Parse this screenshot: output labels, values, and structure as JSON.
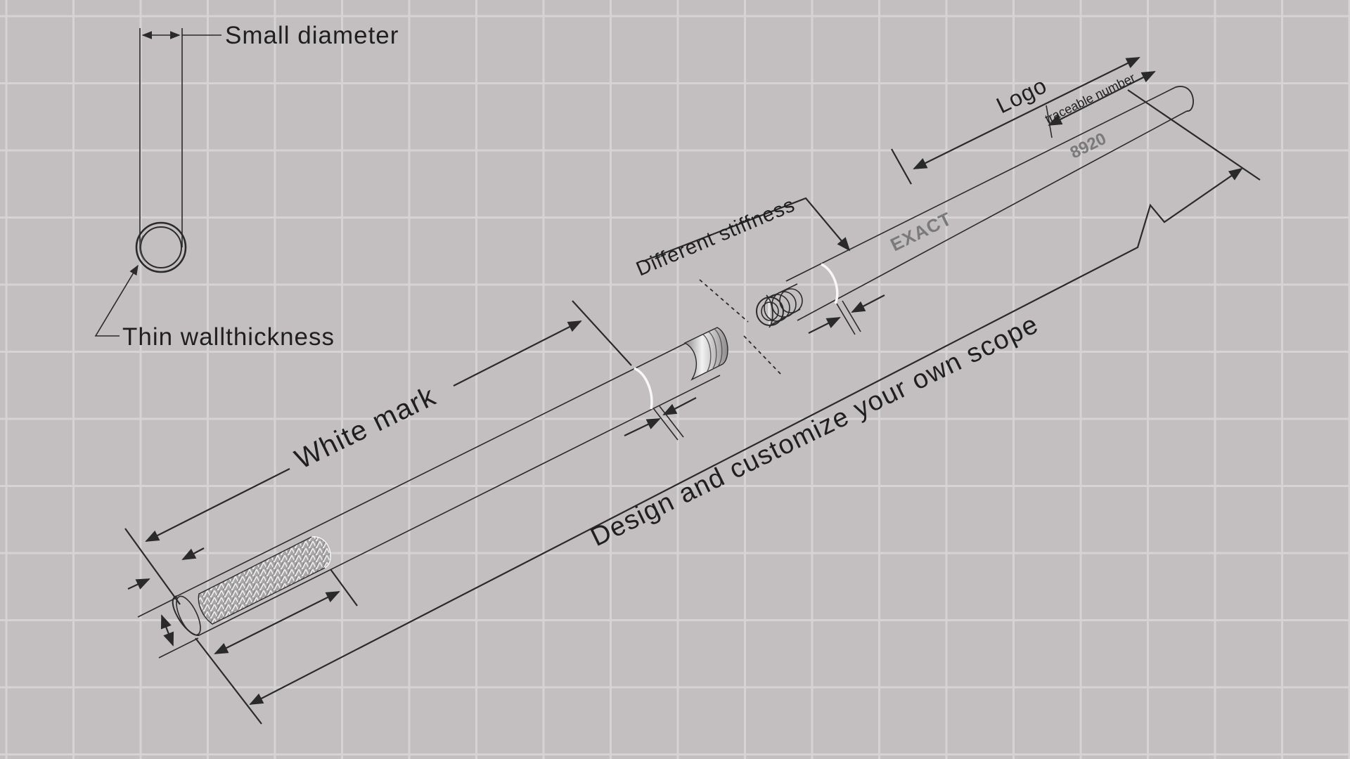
{
  "labels": {
    "small_diameter": "Small diameter",
    "thin_wall": "Thin wallthickness",
    "white_mark": "White mark",
    "different_stiffness": "Different stiffness",
    "logo": "Logo",
    "traceable_number": "traceable number",
    "design_scope": "Design and customize your own scope",
    "print_brand": "EXACT",
    "print_number": "8920"
  },
  "colors": {
    "background": "#c3bfc0",
    "grid": "#d6d3d4",
    "line": "#2a2a2a",
    "print": "#7a7a7a"
  }
}
